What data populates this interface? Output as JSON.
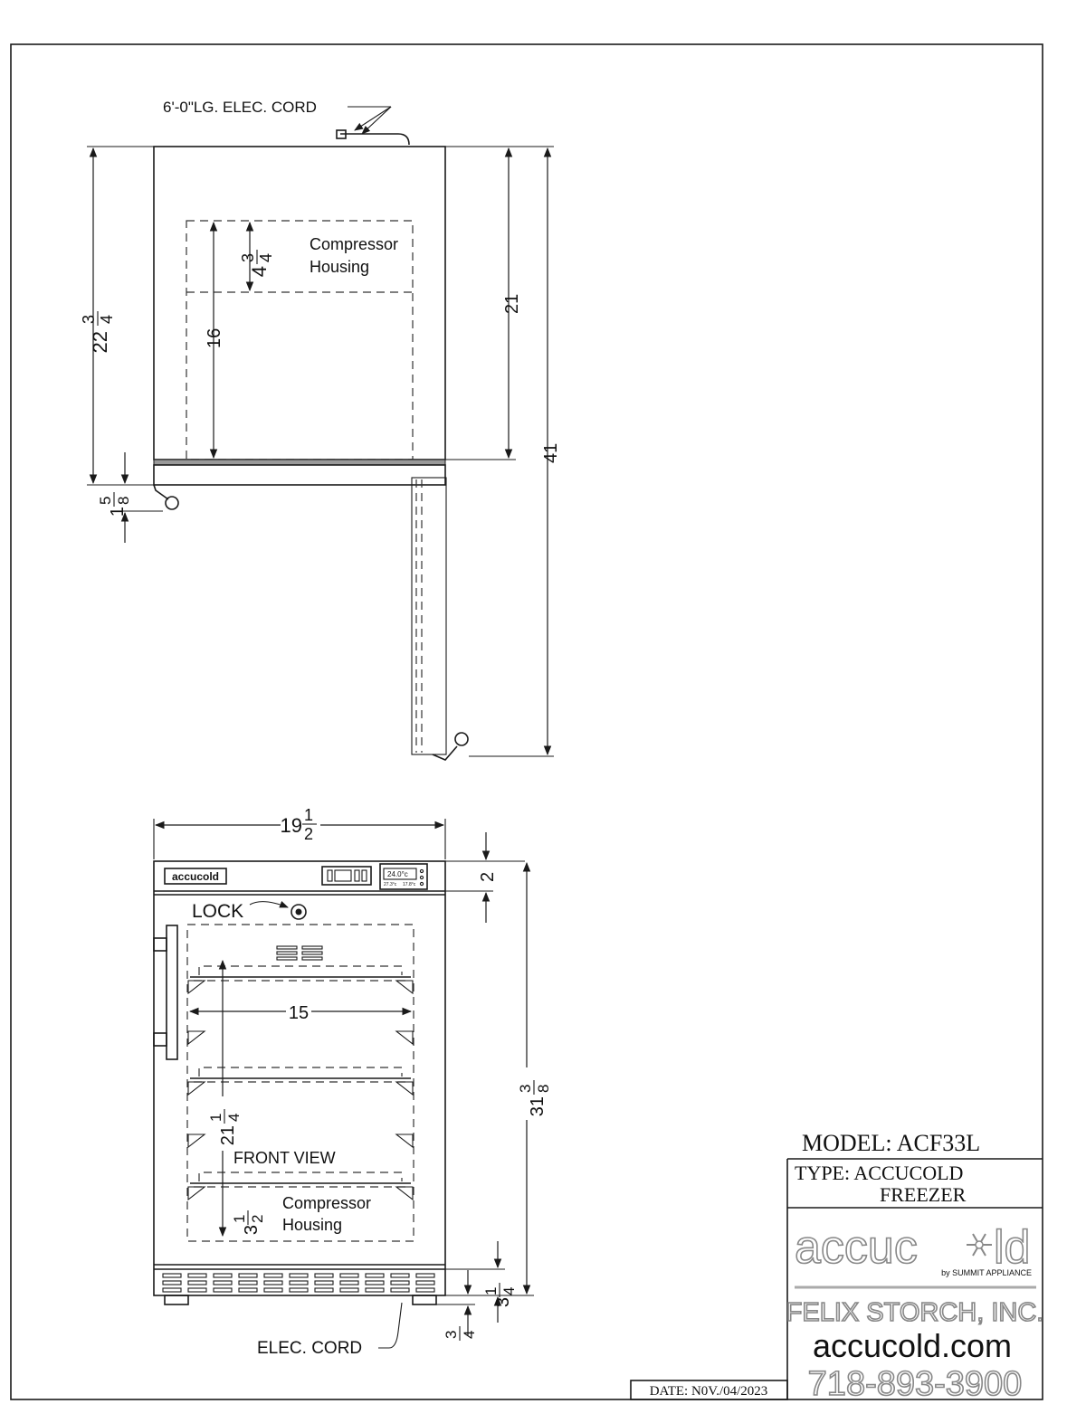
{
  "side_view": {
    "cord_label": "6'-0\"LG. ELEC. CORD",
    "compressor_label_1": "Compressor",
    "compressor_label_2": "Housing",
    "dim_height_whole": "22",
    "dim_height_num": "3",
    "dim_height_den": "4",
    "dim_comp_whole": "4",
    "dim_comp_num": "3",
    "dim_comp_den": "4",
    "dim_inner": "16",
    "dim_cab": "21",
    "dim_total": "41",
    "dim_leg_num": "5",
    "dim_leg_den": "8",
    "dim_leg_whole": "1"
  },
  "front_view": {
    "width_whole": "19",
    "width_num": "1",
    "width_den": "2",
    "panel_h": "2",
    "height_whole": "31",
    "height_num": "3",
    "height_den": "8",
    "inner_width": "15",
    "inner_h_whole": "21",
    "inner_h_num": "1",
    "inner_h_den": "4",
    "comp_whole": "3",
    "comp_num": "1",
    "comp_den": "2",
    "grille_whole": "3",
    "grille_num": "1",
    "grille_den": "4",
    "leg_num": "3",
    "leg_den": "4",
    "lock_label": "LOCK",
    "front_view_label": "FRONT VIEW",
    "compressor_label_1": "Compressor",
    "compressor_label_2": "Housing",
    "cord_label": "ELEC. CORD",
    "brand_badge": "accucold",
    "thermo_temp": "24.0°c",
    "thermo_val_a": "27.3°c",
    "thermo_val_b": "17.8°c"
  },
  "title_block": {
    "model": "MODEL:  ACF33L",
    "type_line1": "TYPE:  ACCUCOLD",
    "type_line2": "FREEZER",
    "logo_text_a": "accuc",
    "logo_text_b": "ld",
    "logo_sub": "by SUMMIT APPLIANCE",
    "company": "FELIX STORCH, INC.",
    "website": "accucold.com",
    "phone": "718-893-3900",
    "date": "DATE:  N0V./04/2023"
  }
}
